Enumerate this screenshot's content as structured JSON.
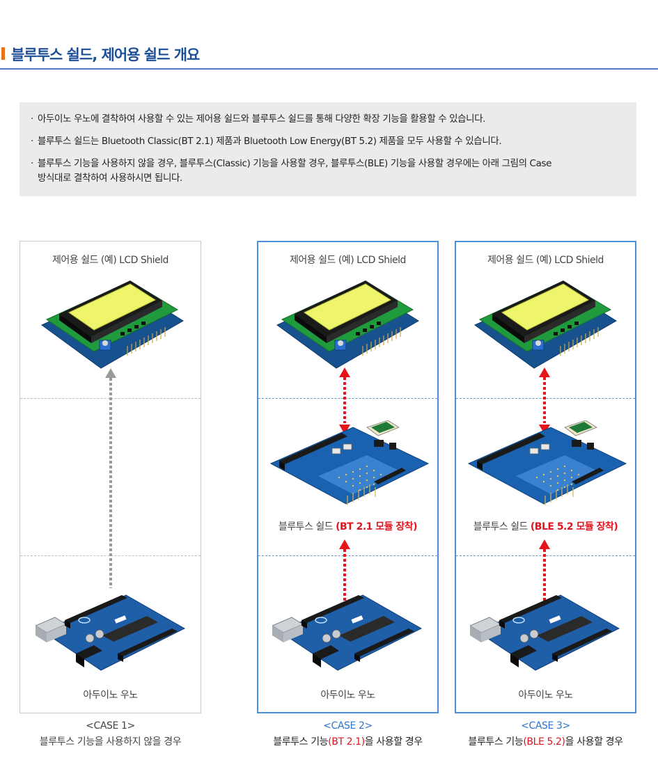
{
  "page_title": "블루투스 쉴드, 제어용 쉴드 개요",
  "bullet_char": "·",
  "info": {
    "line1": "아두이노 우노에 결착하여 사용할 수 있는 제어용 쉴드와 블루투스 쉴드를 통해 다양한 확장 기능을 활용할 수 있습니다.",
    "line2": "블루투스 쉴드는 Bluetooth Classic(BT 2.1) 제품과 Bluetooth Low Energy(BT 5.2) 제품을 모두 사용할 수 있습니다.",
    "line3a": "블루투스 기능을 사용하지 않을 경우, 블루투스(Classic) 기능을 사용할 경우,  블루투스(BLE) 기능을 사용할 경우에는 아래 그림의 Case",
    "line3b": "방식대로 결착하여 사용하시면 됩니다."
  },
  "cases": [
    {
      "top_label": "제어용 쉴드 (예) LCD Shield",
      "bottom_label": "아두이노 우노",
      "case_label": "<CASE 1>",
      "desc": "블루투스 기능을 사용하지 않을 경우"
    },
    {
      "top_label": "제어용 쉴드 (예) LCD Shield",
      "mid_label": "블루투스 쉴드 ",
      "mid_highlight": "(BT 2.1 모듈 장착)",
      "bottom_label": "아두이노 우노",
      "case_label": "<CASE 2>",
      "desc_a": "블루투스 기능",
      "desc_hl": "(BT 2.1)",
      "desc_b": "을 사용할 경우"
    },
    {
      "top_label": "제어용 쉴드 (예) LCD Shield",
      "mid_label": "블루투스 쉴드 ",
      "mid_highlight": "(BLE 5.2 모듈 장착)",
      "bottom_label": "아두이노 우노",
      "case_label": "<CASE 3>",
      "desc_a": "블루투스 기능",
      "desc_hl": "(BLE 5.2)",
      "desc_b": "을 사용할 경우"
    }
  ],
  "colors": {
    "title_mark": "#e8711a",
    "title_text": "#1c4f96",
    "case_border_blue": "#4a8fd9",
    "highlight_red": "#e0141e",
    "arrow_gray": "#9a9a9a",
    "arrow_red": "#e8141c"
  },
  "icons": [
    "lcd-shield-icon",
    "bluetooth-shield-icon",
    "arduino-uno-icon"
  ]
}
